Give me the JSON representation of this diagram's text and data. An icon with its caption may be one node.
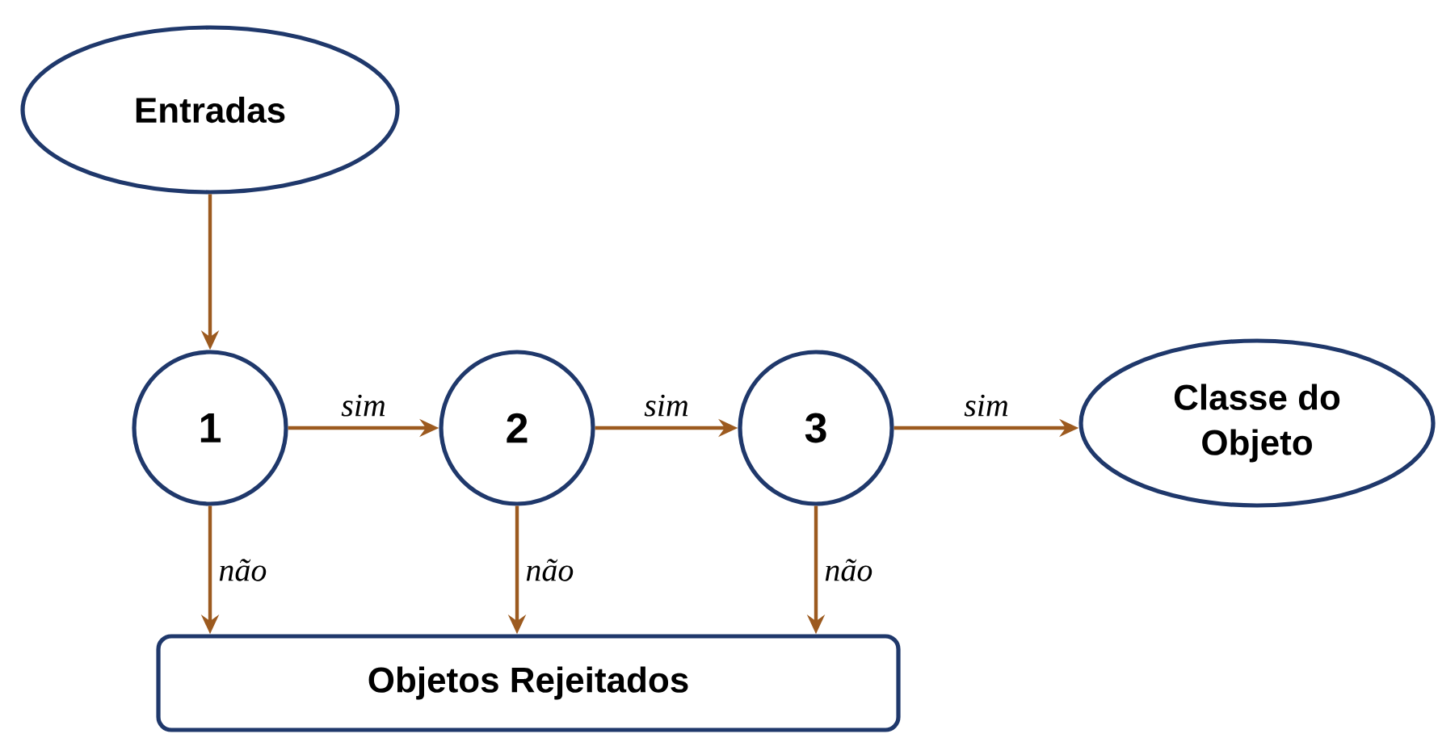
{
  "diagram": {
    "nodes": [
      {
        "text": [
          "Entradas"
        ]
      },
      {
        "text": [
          "1"
        ]
      },
      {
        "text": [
          "2"
        ]
      },
      {
        "text": [
          "3"
        ]
      },
      {
        "text": [
          "Classe do Objeto"
        ]
      },
      {
        "text": [
          "Objetos Rejeitados"
        ]
      }
    ],
    "edges": [
      {
        "from": 0,
        "to": 1,
        "arrow": "to"
      },
      {
        "from": 1,
        "to": 2,
        "arrow": "to",
        "label": "sim"
      },
      {
        "from": 2,
        "to": 3,
        "arrow": "to",
        "label": "sim"
      },
      {
        "from": 3,
        "to": 4,
        "arrow": "to",
        "label": "sim"
      },
      {
        "from": 1,
        "to": 5,
        "arrow": "to",
        "label": "não"
      },
      {
        "from": 2,
        "to": 5,
        "arrow": "to",
        "label": "não"
      },
      {
        "from": 3,
        "to": 5,
        "arrow": "to",
        "label": "não"
      }
    ]
  }
}
